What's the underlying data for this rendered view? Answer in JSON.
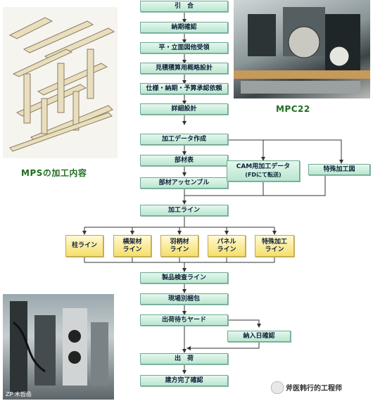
{
  "flow": {
    "b1": "引　合",
    "b2": "納期確認",
    "b3": "平・立面図他受領",
    "b4": "見積積算用概略設計",
    "b5": "仕様・納期・予算承認依頼",
    "b6": "詳細設計",
    "b7": "加工データ作成",
    "b8": "部材表",
    "b9": "部材アッセンブル",
    "cam1": "CAM用加工データ",
    "cam2": "(FDにて転送)",
    "special": "特殊加工図",
    "line": "加工ライン",
    "l1": "柱ライン",
    "l2a": "横架材",
    "l2b": "ライン",
    "l3a": "羽柄材",
    "l3b": "ライン",
    "l4a": "パネル",
    "l4b": "ライン",
    "l5a": "特殊加工",
    "l5b": "ライン",
    "inspect": "製品検査ライン",
    "pack": "現場別梱包",
    "yard": "出荷待ちヤード",
    "delivery": "納入日確認",
    "ship": "出　荷",
    "done": "建方完了確認"
  },
  "captions": {
    "mps": "MPSの加工内容",
    "mpc": "MPC22"
  },
  "watermark": {
    "right": "斧医韩行的工程师",
    "left": "ZP 木哲造"
  }
}
